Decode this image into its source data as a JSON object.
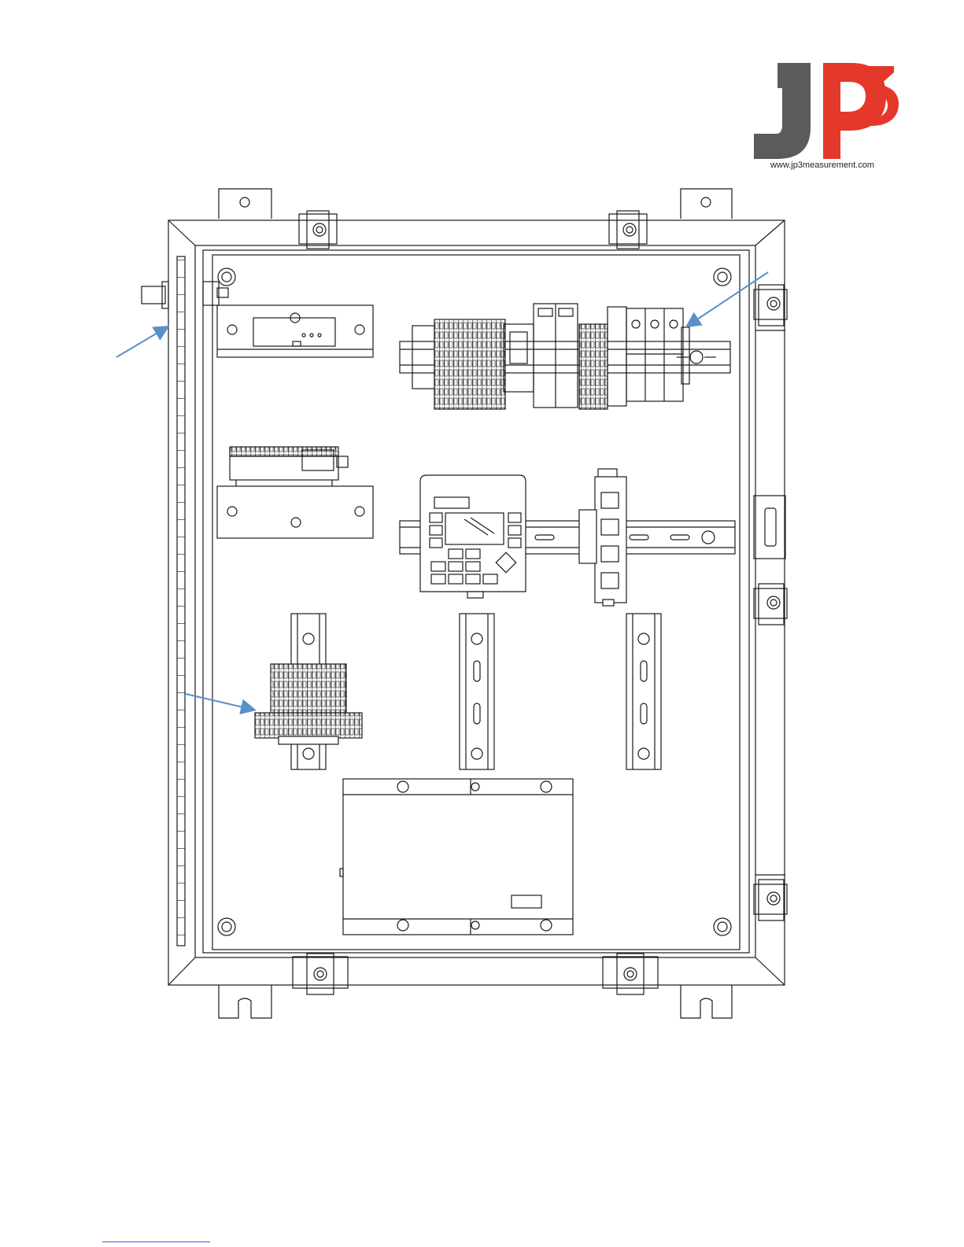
{
  "logo": {
    "name": "JP3",
    "url": "www.jp3measurement.com",
    "colors": {
      "gray": "#5b5b5c",
      "red": "#e4382a"
    }
  },
  "drawing": {
    "subject": "enclosure-panel-layout",
    "colors": {
      "line": "#1a1a1a",
      "callout": "#5b8fc9",
      "panel": "#ffffff"
    },
    "callouts": [
      "door-hinge",
      "fuse-terminal-block",
      "grounding-terminal-block"
    ]
  }
}
